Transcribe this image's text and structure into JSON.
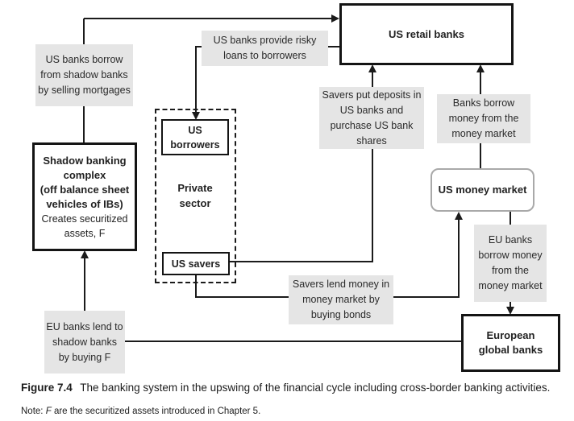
{
  "boxes": {
    "us_retail_banks": {
      "label": "US retail banks"
    },
    "shadow_banking": {
      "title": "Shadow banking complex",
      "subtitle": "(off balance sheet vehicles of IBs)",
      "note": "Creates securitized assets, F"
    },
    "us_borrowers": {
      "label": "US borrowers"
    },
    "private_sector": {
      "label": "Private sector"
    },
    "us_savers": {
      "label": "US savers"
    },
    "us_money_market": {
      "label": "US money market"
    },
    "european_global_banks": {
      "label": "European global banks"
    }
  },
  "flow_labels": {
    "borrow_shadow": "US banks borrow from shadow banks by selling mortgages",
    "risky_loans": "US banks provide risky loans to borrowers",
    "savers_deposits": "Savers put deposits in US banks and purchase US bank shares",
    "banks_borrow_mm": "Banks borrow money from the money market",
    "eu_borrow_mm": "EU banks borrow money from the money market",
    "savers_lend_mm": "Savers lend money in money market by buying bonds",
    "eu_lend_shadow": "EU banks lend to shadow banks by buying F"
  },
  "caption": {
    "figure_label": "Figure 7.4",
    "text": "The banking system in the upswing of the financial cycle including cross-border banking activities."
  },
  "note": {
    "prefix": "Note:",
    "f": "F",
    "rest": "are the securitized assets introduced in Chapter 5."
  },
  "colors": {
    "label_bg": "#e5e5e5",
    "line": "#1b1b1b",
    "money_market_border": "#a9a9a9"
  }
}
